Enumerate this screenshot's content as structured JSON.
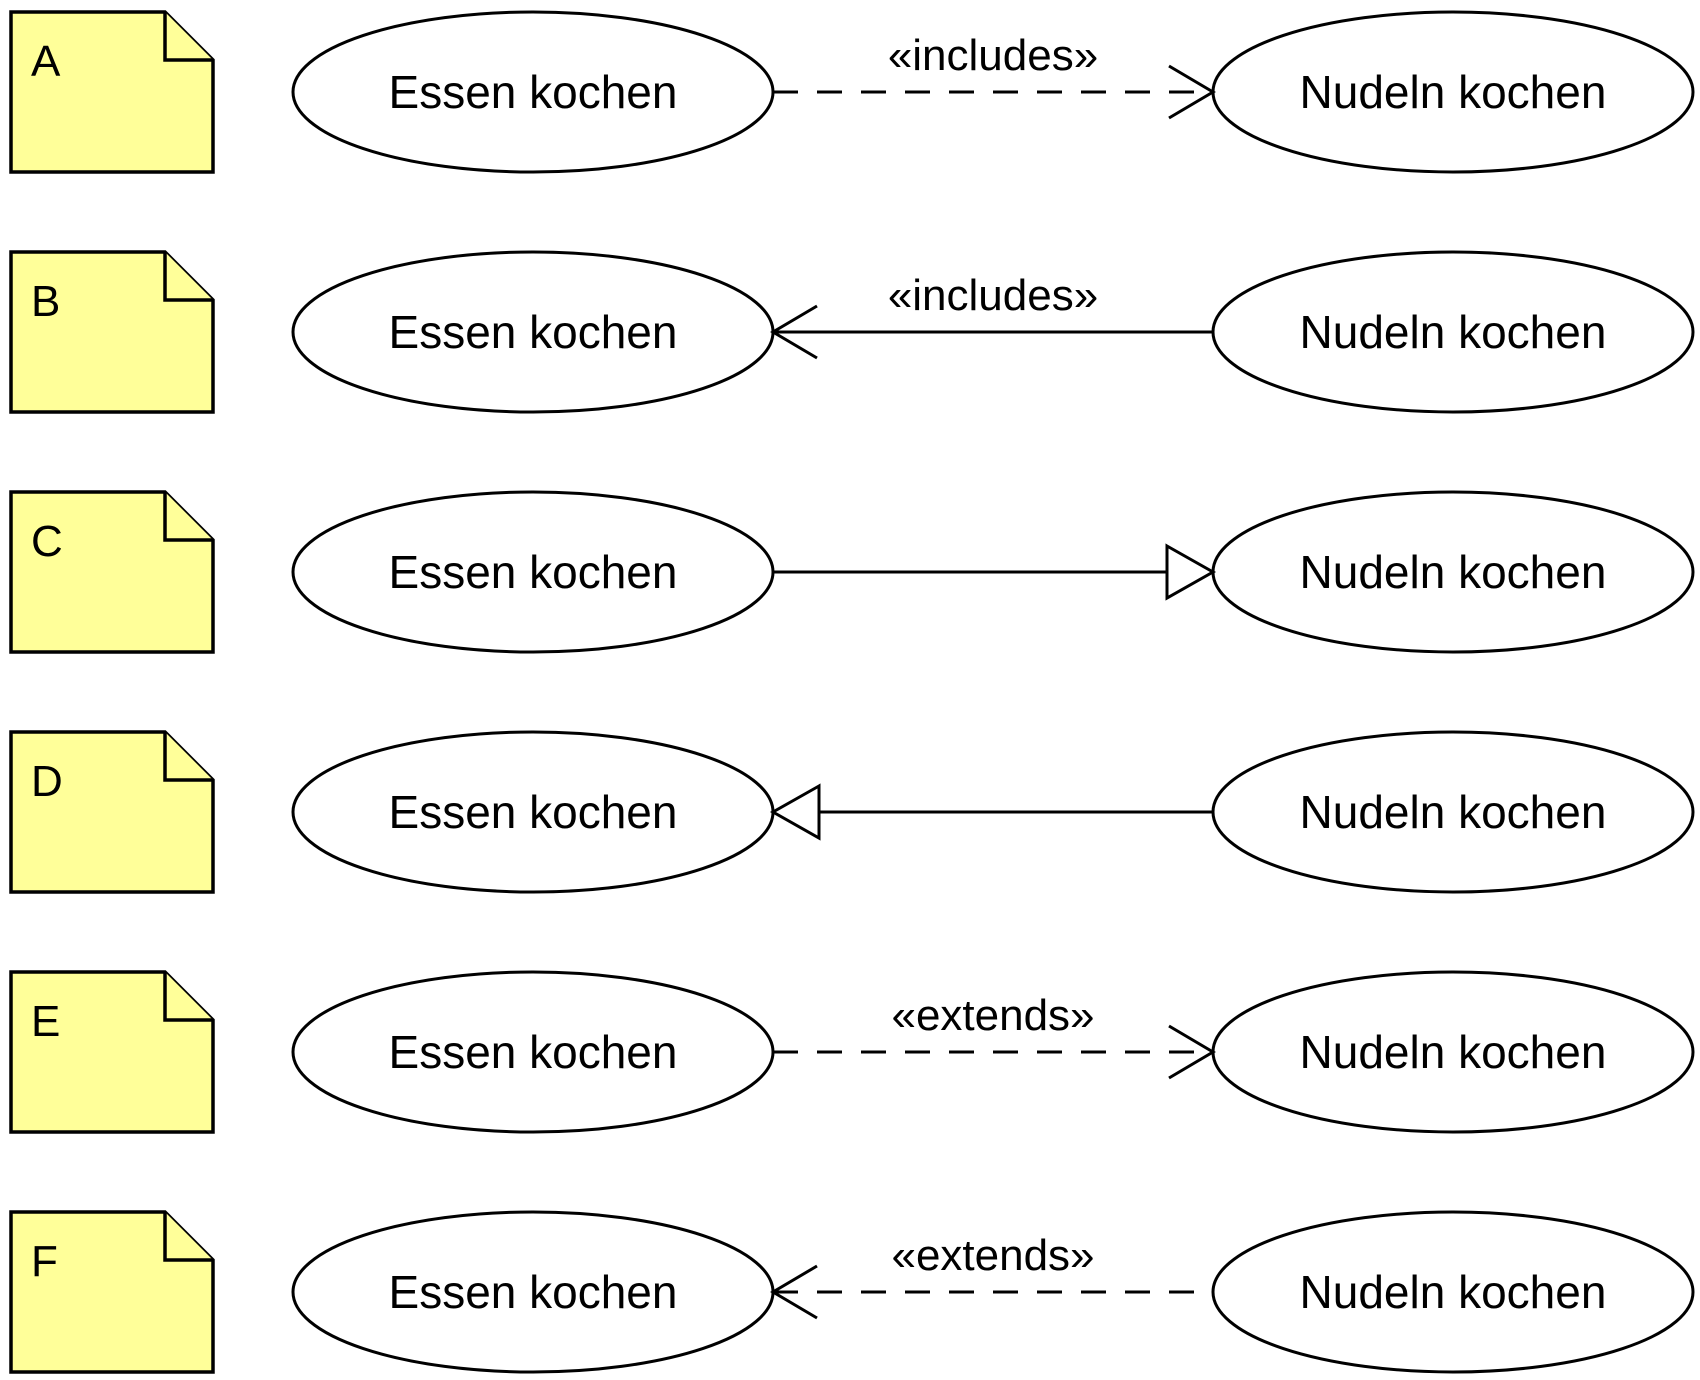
{
  "rows": [
    {
      "letter": "A",
      "left": "Essen kochen",
      "right": "Nudeln kochen",
      "line": "dashed",
      "arrow": "open",
      "direction": "to-right",
      "stereotype": "«includes»"
    },
    {
      "letter": "B",
      "left": "Essen kochen",
      "right": "Nudeln kochen",
      "line": "solid",
      "arrow": "open",
      "direction": "to-left",
      "stereotype": "«includes»"
    },
    {
      "letter": "C",
      "left": "Essen kochen",
      "right": "Nudeln kochen",
      "line": "solid",
      "arrow": "triangle",
      "direction": "to-right",
      "stereotype": ""
    },
    {
      "letter": "D",
      "left": "Essen kochen",
      "right": "Nudeln kochen",
      "line": "solid",
      "arrow": "triangle",
      "direction": "to-left",
      "stereotype": ""
    },
    {
      "letter": "E",
      "left": "Essen kochen",
      "right": "Nudeln kochen",
      "line": "dashed",
      "arrow": "open",
      "direction": "to-right",
      "stereotype": "«extends»"
    },
    {
      "letter": "F",
      "left": "Essen kochen",
      "right": "Nudeln kochen",
      "line": "dashed",
      "arrow": "open",
      "direction": "to-left",
      "stereotype": "«extends»"
    }
  ],
  "colors": {
    "note_fill": "#ffff99",
    "stroke": "#000000",
    "ellipse_fill": "#ffffff"
  }
}
